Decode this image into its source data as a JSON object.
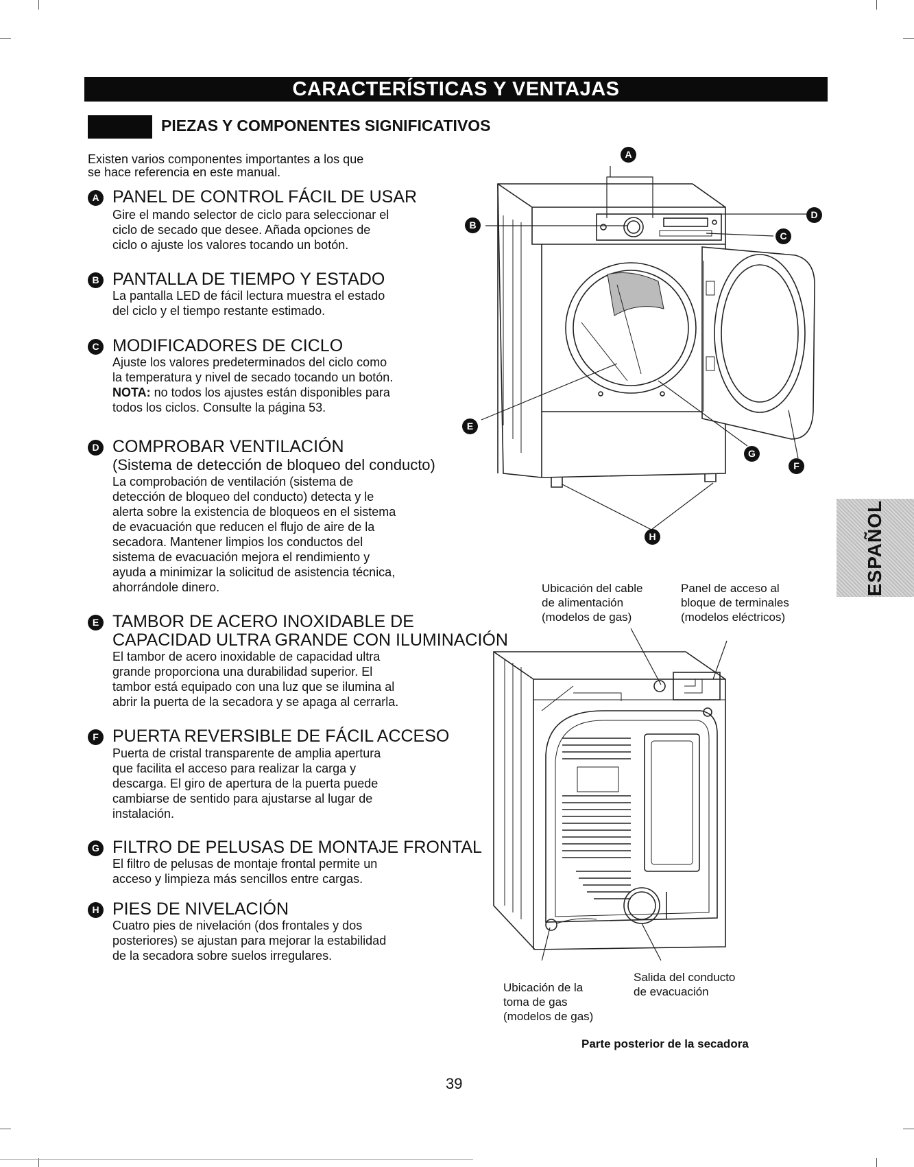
{
  "header": {
    "banner": "CARACTERÍSTICAS Y VENTAJAS",
    "section_title": "PIEZAS Y COMPONENTES SIGNIFICATIVOS"
  },
  "intro": [
    "Existen varios componentes importantes a los que",
    "se hace referencia en este manual."
  ],
  "features": [
    {
      "letter": "A",
      "title": "PANEL DE CONTROL FÁCIL DE USAR",
      "desc": [
        "Gire el mando selector de ciclo para seleccionar el",
        "ciclo de secado que desee. Añada opciones de",
        "ciclo o ajuste los valores tocando un botón."
      ]
    },
    {
      "letter": "B",
      "title": "PANTALLA DE TIEMPO Y ESTADO",
      "desc": [
        "La pantalla LED de fácil lectura muestra el estado",
        "del ciclo y el tiempo restante estimado."
      ]
    },
    {
      "letter": "C",
      "title": "MODIFICADORES DE CICLO",
      "desc": [
        "Ajuste los valores predeterminados del ciclo como",
        "la temperatura y nivel de secado tocando un botón."
      ],
      "note_label": "NOTA:",
      "note": [
        " no todos los ajustes están disponibles para",
        "todos los ciclos. Consulte la página 53."
      ]
    },
    {
      "letter": "D",
      "title": "COMPROBAR VENTILACIÓN",
      "subtitle": "(Sistema de detección de bloqueo del conducto)",
      "desc": [
        "La comprobación de ventilación (sistema de",
        "detección de bloqueo del conducto) detecta y le",
        "alerta sobre la existencia de bloqueos en el sistema",
        "de evacuación que reducen el flujo de aire de la",
        "secadora. Mantener limpios los conductos del",
        "sistema de evacuación mejora el rendimiento y",
        "ayuda a minimizar la solicitud de asistencia técnica,",
        "ahorrándole dinero."
      ]
    },
    {
      "letter": "E",
      "title": "TAMBOR DE ACERO INOXIDABLE DE",
      "title2": "CAPACIDAD ULTRA GRANDE CON ILUMINACIÓN",
      "desc": [
        "El tambor de acero inoxidable de capacidad ultra",
        "grande proporciona una durabilidad superior. El",
        "tambor está equipado con una luz que se ilumina al",
        "abrir la puerta de la secadora y se apaga al cerrarla."
      ]
    },
    {
      "letter": "F",
      "title": "PUERTA REVERSIBLE DE FÁCIL ACCESO",
      "desc": [
        "Puerta de cristal transparente de amplia apertura",
        "que facilita el acceso para realizar la carga y",
        "descarga. El giro de apertura de la puerta puede",
        "cambiarse de sentido para ajustarse al lugar de",
        "instalación."
      ]
    },
    {
      "letter": "G",
      "title": "FILTRO DE PELUSAS DE MONTAJE FRONTAL",
      "desc": [
        "El filtro de pelusas de montaje frontal permite un",
        "acceso y limpieza más sencillos entre cargas."
      ]
    },
    {
      "letter": "H",
      "title": "PIES DE NIVELACIÓN",
      "desc": [
        "Cuatro pies de nivelación (dos frontales y dos",
        "posteriores) se ajustan para mejorar la estabilidad",
        "de la secadora sobre suelos irregulares."
      ]
    }
  ],
  "diagram_front": {
    "callouts": [
      "A",
      "B",
      "C",
      "D",
      "E",
      "F",
      "G",
      "H"
    ]
  },
  "diagram_back": {
    "captions": [
      [
        "Ubicación del cable",
        "de alimentación",
        "(modelos de gas)"
      ],
      [
        "Panel de acceso al",
        "bloque de terminales",
        "(modelos eléctricos)"
      ],
      [
        "Salida del conducto",
        "de evacuación"
      ],
      [
        "Ubicación de la",
        "toma de gas",
        "(modelos de gas)"
      ]
    ],
    "title": "Parte posterior de la secadora"
  },
  "side_tab": "ESPAÑOL",
  "page_number": "39"
}
